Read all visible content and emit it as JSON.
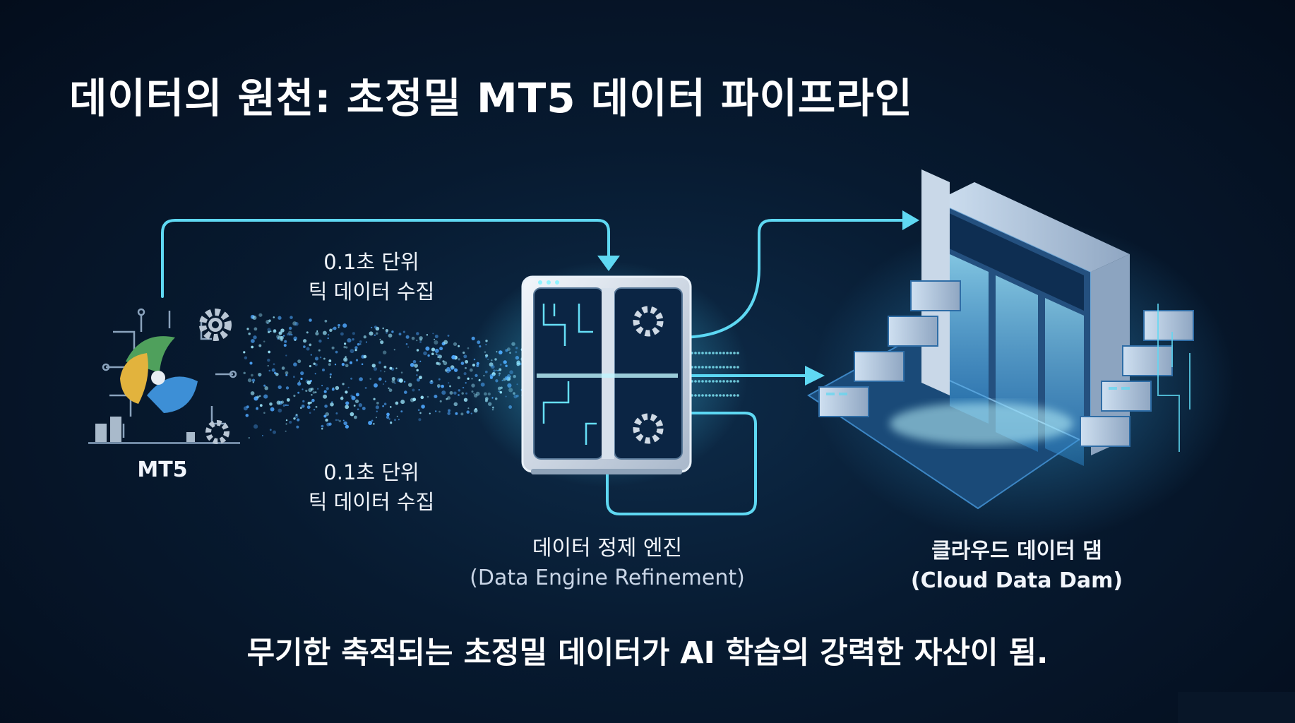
{
  "title": "데이터의 원천: 초정밀 MT5 데이터 파이프라인",
  "source": {
    "label": "MT5"
  },
  "flows": [
    {
      "line1": "0.1초 단위",
      "line2": "틱 데이터 수집"
    },
    {
      "line1": "0.1초 단위",
      "line2": "틱 데이터 수집"
    }
  ],
  "engine": {
    "label": "데이터 정제 엔진",
    "sublabel": "(Data Engine Refinement)"
  },
  "dam": {
    "label": "클라우드 데이터 댐",
    "sublabel": "(Cloud Data Dam)"
  },
  "footer": "무기한 축적되는 초정밀 데이터가 AI 학습의 강력한 자산이 됨.",
  "colors": {
    "accent": "#5fd8f2",
    "glow": "#8ff3ff",
    "panel": "#dfe8f2",
    "background": "#061426"
  }
}
